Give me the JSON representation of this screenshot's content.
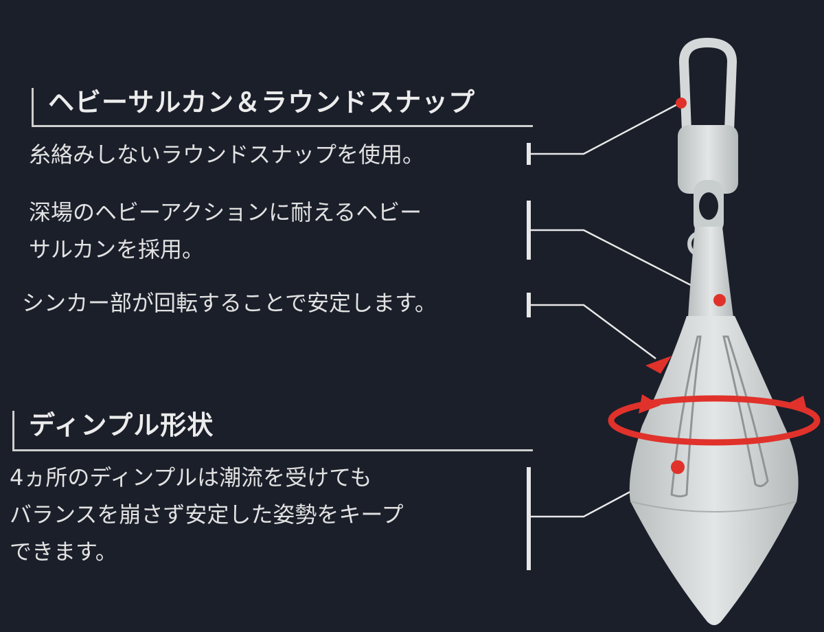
{
  "sections": [
    {
      "heading": "ヘビーサルカン＆ラウンドスナップ",
      "items": [
        "糸絡みしないラウンドスナップを使用。",
        "深場のヘビーアクションに耐えるヘビー\nサルカンを採用。",
        "シンカー部が回転することで安定します。"
      ]
    },
    {
      "heading": "ディンプル形状",
      "items": [
        "4ヵ所のディンプルは潮流を受けても\nバランスを崩さず安定した姿勢をキープ\nできます。"
      ]
    }
  ],
  "colors": {
    "background": "#1b1f2a",
    "sinker": "#d2d6d6",
    "accent": "#e0322b",
    "line": "#e8e8e8"
  }
}
